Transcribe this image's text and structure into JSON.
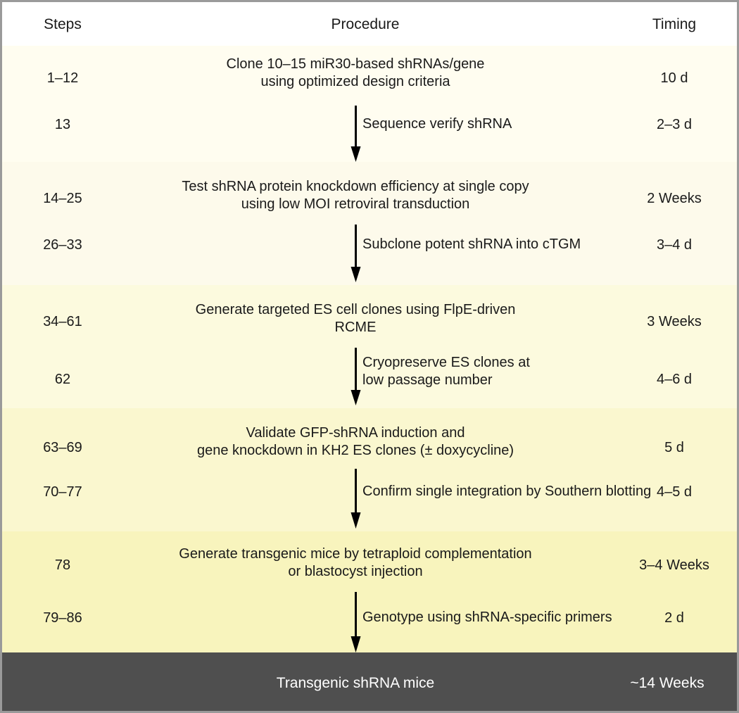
{
  "header": {
    "steps": "Steps",
    "procedure": "Procedure",
    "timing": "Timing"
  },
  "stages": [
    {
      "steps": "1–12",
      "procedure_line1": "Clone 10–15 miR30-based shRNAs/gene",
      "procedure_line2": "using optimized design criteria",
      "timing": "10 d"
    },
    {
      "steps": "13",
      "procedure_line1": "Sequence verify shRNA",
      "procedure_line2": "",
      "timing": "2–3 d"
    },
    {
      "steps": "14–25",
      "procedure_line1": "Test shRNA protein knockdown efficiency at single copy",
      "procedure_line2": "using low MOI retroviral transduction",
      "timing": "2 Weeks"
    },
    {
      "steps": "26–33",
      "procedure_line1": "Subclone potent shRNA into cTGM",
      "procedure_line2": "",
      "timing": "3–4 d"
    },
    {
      "steps": "34–61",
      "procedure_line1": "Generate targeted ES cell clones using FlpE-driven",
      "procedure_line2": "RCME",
      "timing": "3 Weeks"
    },
    {
      "steps": "62",
      "procedure_line1": "Cryopreserve ES clones at",
      "procedure_line2": "low passage number",
      "timing": "4–6 d"
    },
    {
      "steps": "63–69",
      "procedure_line1": "Validate GFP-shRNA induction and",
      "procedure_line2": "gene knockdown in KH2 ES clones (± doxycycline)",
      "timing": "5 d"
    },
    {
      "steps": "70–77",
      "procedure_line1": "Confirm single integration by Southern blotting",
      "procedure_line2": "",
      "timing": "4–5 d"
    },
    {
      "steps": "78",
      "procedure_line1": "Generate transgenic mice by tetraploid complementation",
      "procedure_line2": "or blastocyst injection",
      "timing": "3–4 Weeks"
    },
    {
      "steps": "79–86",
      "procedure_line1": "Genotype using shRNA-specific primers",
      "procedure_line2": "",
      "timing": "2 d"
    }
  ],
  "footer": {
    "result": "Transgenic shRNA mice",
    "total_timing": "~14 Weeks"
  },
  "colors": {
    "border": "#9a9a9a",
    "footer_bg": "#4f4f4f",
    "footer_text": "#ffffff",
    "text": "#1a1a1a",
    "band_1": "#fffdf0",
    "band_2": "#fdfaeb",
    "band_3": "#fcfade",
    "band_4": "#faf7cf",
    "band_5": "#f8f4bd",
    "arrow": "#000000"
  }
}
